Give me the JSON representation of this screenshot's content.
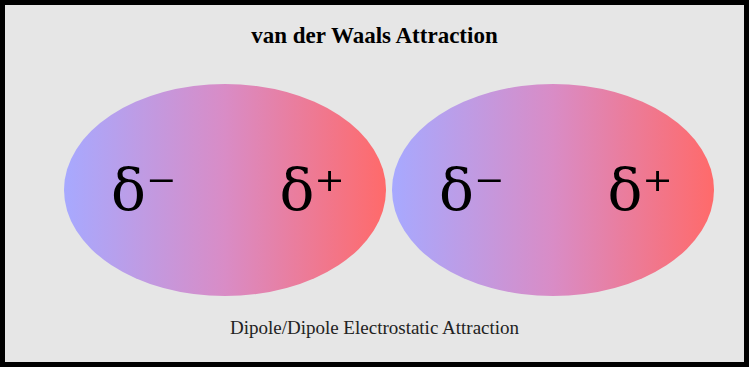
{
  "diagram": {
    "title": "van der Waals Attraction",
    "caption": "Dipole/Dipole Electrostatic Attraction",
    "nodes": [
      {
        "text": [
          "δ⁻",
          "δ⁺"
        ]
      },
      {
        "text": [
          "δ⁻",
          "δ⁺"
        ]
      }
    ]
  }
}
